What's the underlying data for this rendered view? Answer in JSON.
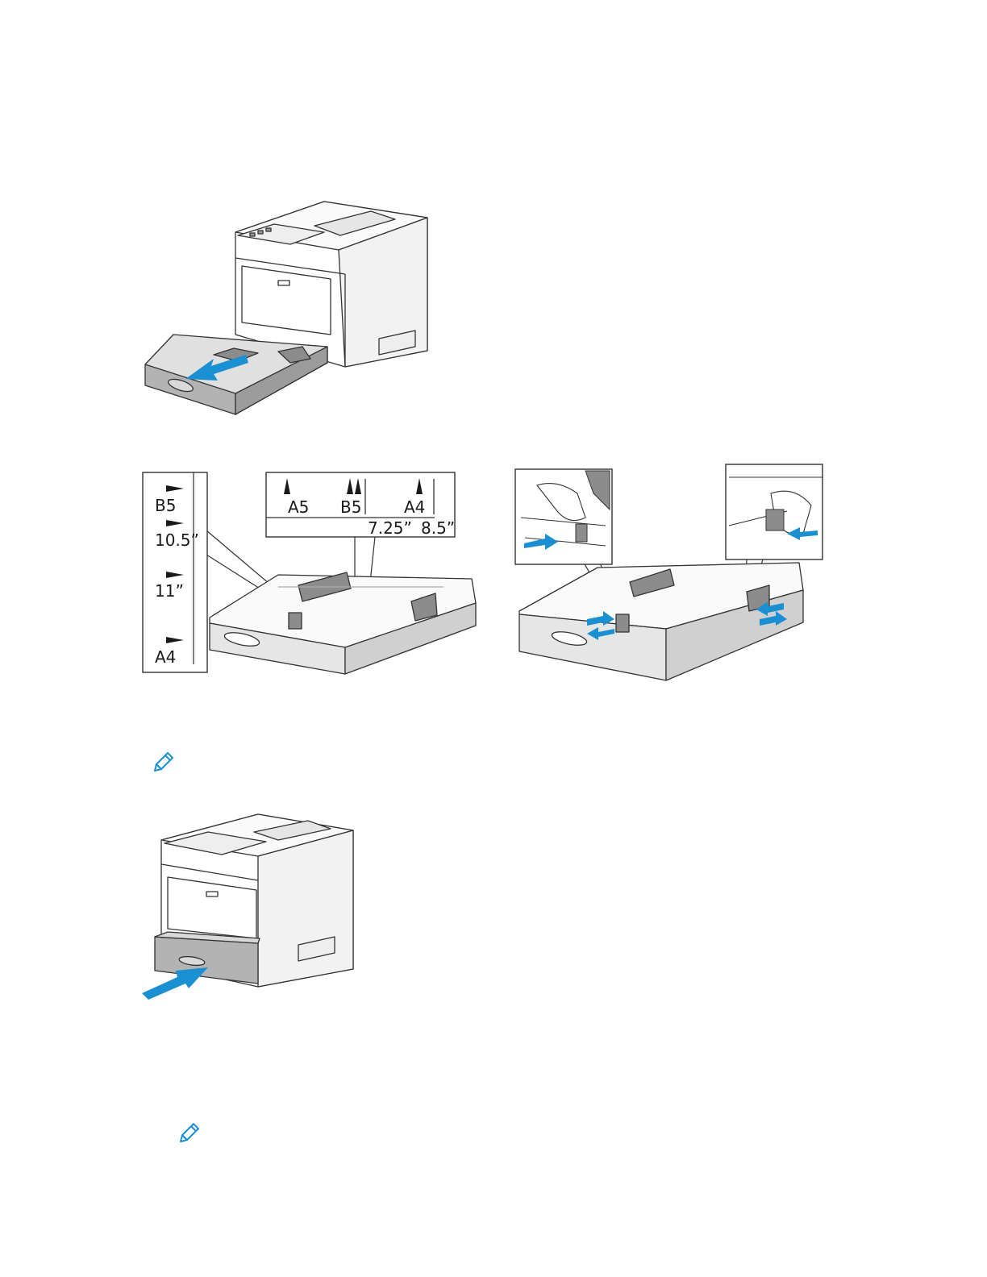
{
  "side_guide_labels": [
    "B5",
    "10.5”",
    "11”",
    "A4"
  ],
  "width_guide_labels": {
    "top": [
      "A5",
      "B5",
      "A4"
    ],
    "bottom": [
      "7.25”",
      "8.5”"
    ]
  },
  "colors": {
    "arrow": "#1a8fd1",
    "tray": "#b3b3b3",
    "guide": "#8c8c8c",
    "line": "#333333"
  },
  "icons": [
    "note-pencil-icon"
  ]
}
